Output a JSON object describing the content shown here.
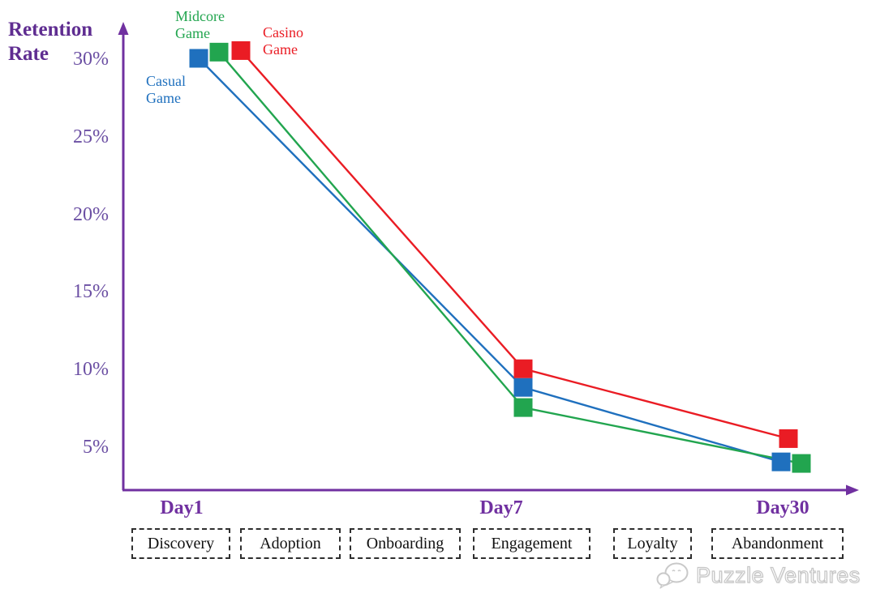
{
  "chart": {
    "y_axis_title": "Retention Rate",
    "y_tick_labels": [
      "30%",
      "25%",
      "20%",
      "15%",
      "10%",
      "5%"
    ],
    "x_labels": [
      "Day1",
      "Day7",
      "Day30"
    ],
    "axis_color": "#7030A0",
    "title_color": "#5F2D91",
    "tick_label_color": "#6B4FA3"
  },
  "chart_data": {
    "type": "line",
    "categories": [
      "Day1",
      "Day7",
      "Day30"
    ],
    "series": [
      {
        "name": "Casual Game",
        "color": "#1F70BE",
        "values": [
          30.0,
          8.8,
          4.0
        ]
      },
      {
        "name": "Midcore Game",
        "color": "#22A54F",
        "values": [
          30.4,
          7.5,
          3.9
        ]
      },
      {
        "name": "Casino Game",
        "color": "#EA1C24",
        "values": [
          30.5,
          10.0,
          5.5
        ]
      }
    ],
    "title": "",
    "xlabel": "",
    "ylabel": "Retention Rate",
    "ylim": [
      2,
      32
    ],
    "ytick_values": [
      30,
      25,
      20,
      15,
      10,
      5
    ],
    "grid": false,
    "legend": "inline-labels-near-day1",
    "marker": "square"
  },
  "stages": [
    "Discovery",
    "Adoption",
    "Onboarding",
    "Engagement",
    "Loyalty",
    "Abandonment"
  ],
  "watermark": {
    "text": "Puzzle Ventures"
  }
}
